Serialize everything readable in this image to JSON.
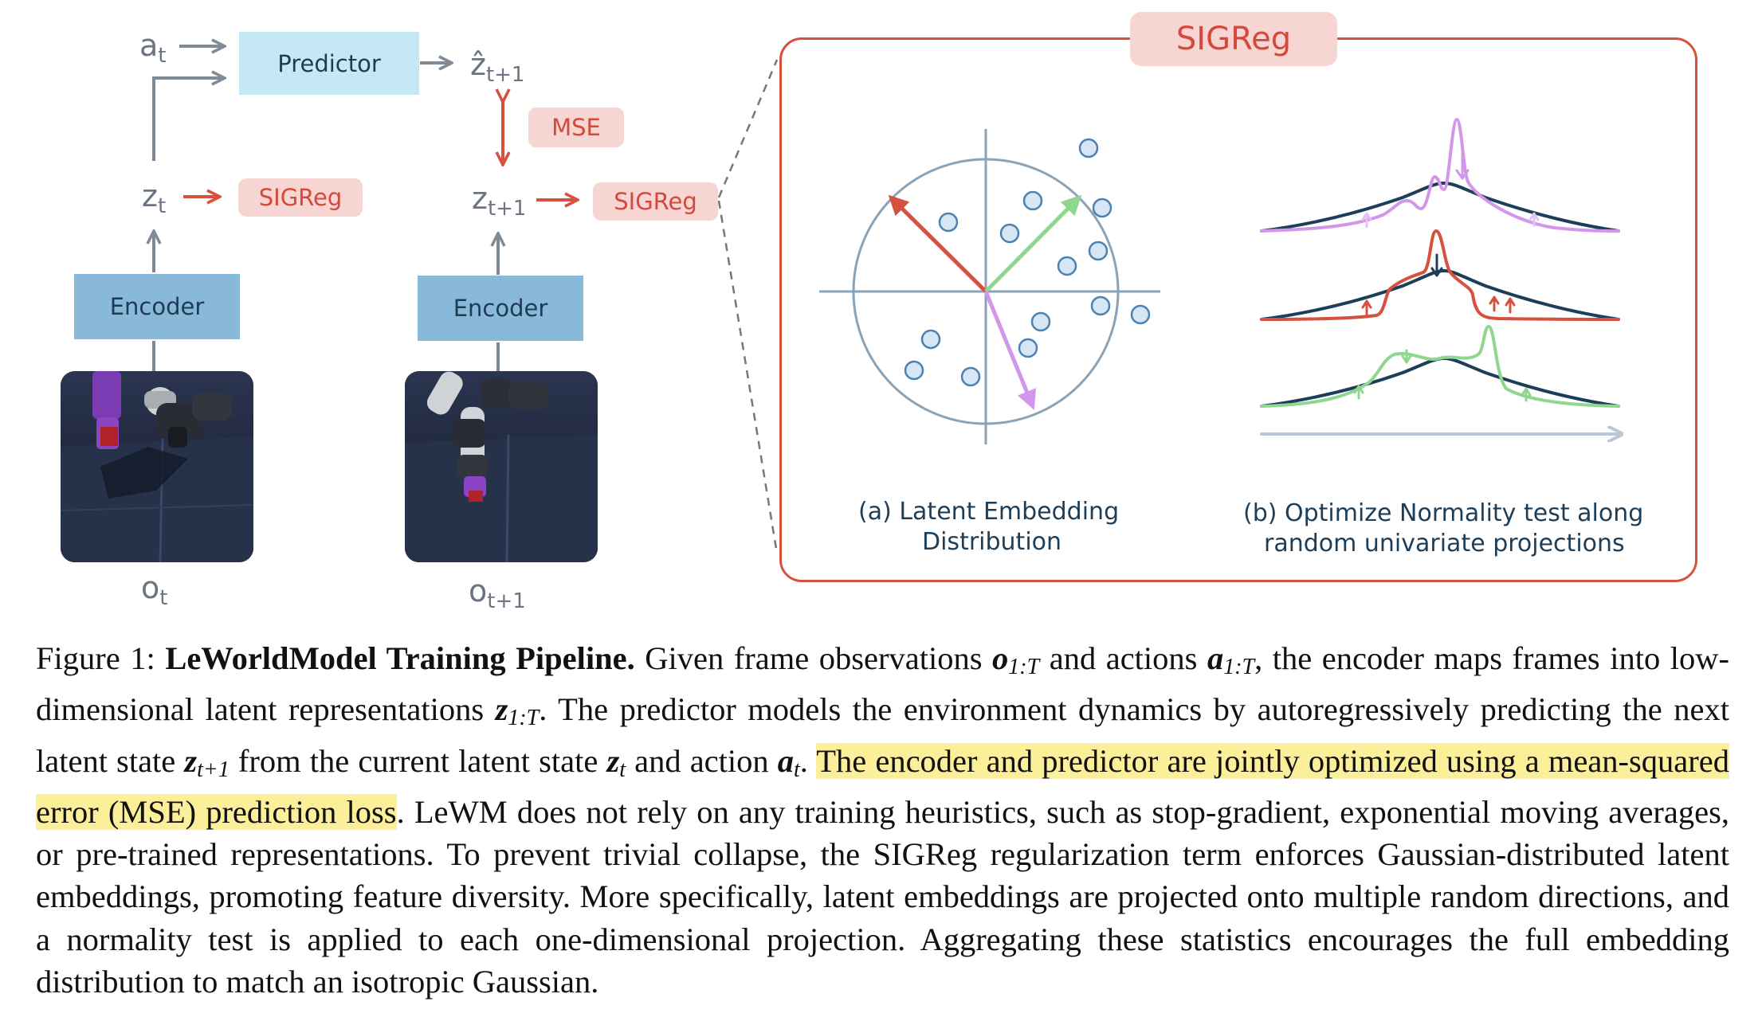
{
  "pipeline": {
    "a_t": {
      "base": "a",
      "sub": "t"
    },
    "z_hat": {
      "base": "ẑ",
      "sub": "t+1"
    },
    "z_t": {
      "base": "z",
      "sub": "t"
    },
    "z_t1": {
      "base": "z",
      "sub": "t+1"
    },
    "o_t": {
      "base": "o",
      "sub": "t"
    },
    "o_t1": {
      "base": "o",
      "sub": "t+1"
    },
    "predictor_label": "Predictor",
    "encoder_label": "Encoder",
    "mse_label": "MSE",
    "sigreg_label": "SIGReg"
  },
  "sigreg_panel": {
    "title": "SIGReg",
    "caption_a_line1": "(a)  Latent Embedding",
    "caption_a_line2": "Distribution",
    "caption_b_line1": "(b) Optimize Normality test along",
    "caption_b_line2": "random univariate projections"
  },
  "colors": {
    "accent_red": "#d6513f",
    "pink_fill": "#f6d5d3",
    "predictor_fill": "#c5e8f5",
    "encoder_fill": "#88b9d8",
    "navy": "#1d3e59",
    "green": "#8fd68f",
    "violet": "#d396ea",
    "highlight": "#fbef9a"
  },
  "caption": {
    "fig_label": "Figure 1: ",
    "title": "LeWorldModel Training Pipeline.",
    "p1": " Given frame observations ",
    "o_var": "o",
    "o_sub": "1:T",
    "p2": " and actions ",
    "a_var": "a",
    "a_sub": "1:T",
    "p3": ", the encoder maps frames into low-dimensional latent representations ",
    "z_var": "z",
    "z_sub": "1:T",
    "p4": ". The predictor models the environment dynamics by autoregressively predicting the next latent state ",
    "zt1_var": "z",
    "zt1_sub": "t+1",
    "p5": " from the current latent state ",
    "zt_var": "z",
    "zt_sub": "t",
    "p6": " and action ",
    "at_var": "a",
    "at_sub": "t",
    "p7": ". ",
    "highlight": "The encoder and predictor are jointly optimized using a mean-squared error (MSE) prediction loss",
    "p8": ". LeWM does not rely on any training heuristics, such as stop-gradient, exponential moving averages, or pre-trained representations. To prevent trivial collapse, the SIGReg regularization term enforces Gaussian-distributed latent embeddings, promoting feature diversity. More specifically, latent embeddings are projected onto multiple random directions, and a normality test is applied to each one-dimensional projection. Aggregating these statistics encourages the full embedding distribution to match an isotropic Gaussian."
  }
}
